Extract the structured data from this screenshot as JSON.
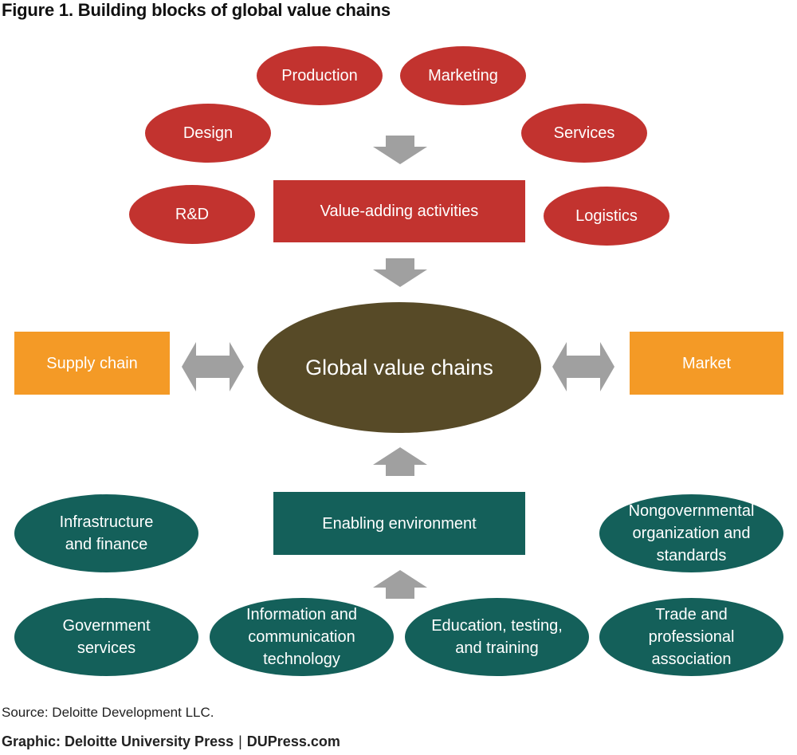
{
  "title": "Figure 1. Building blocks of global value chains",
  "value_adding": {
    "label": "Value-adding activities",
    "activities": {
      "production": "Production",
      "marketing": "Marketing",
      "design": "Design",
      "services": "Services",
      "rnd": "R&D",
      "logistics": "Logistics"
    }
  },
  "center": {
    "label": "Global value chains"
  },
  "supply_chain": {
    "label": "Supply chain"
  },
  "market": {
    "label": "Market"
  },
  "enabling": {
    "label": "Enabling environment",
    "factors": {
      "infrastructure": "Infrastructure\nand finance",
      "ngo": "Nongovernmental\norganization and\nstandards",
      "government": "Government\nservices",
      "ict": "Information and\ncommunication\ntechnology",
      "education": "Education, testing,\nand training",
      "trade": "Trade and\nprofessional\nassociation"
    }
  },
  "footer": {
    "source": "Source: Deloitte Development LLC.",
    "graphic": "Graphic: Deloitte University Press",
    "separator": "|",
    "site": "DUPress.com"
  },
  "colors": {
    "red": "#c2332f",
    "teal": "#14605a",
    "orange": "#f49a26",
    "olive": "#574a27",
    "arrow_gray": "#a0a0a0"
  }
}
